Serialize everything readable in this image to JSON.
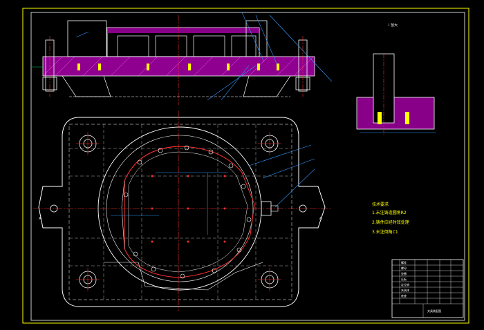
{
  "drawing": {
    "colors": {
      "background": "#000000",
      "frame": "#ffff00",
      "outline": "#ffffff",
      "hatch": "#c000c0",
      "hidden": "#ffff66",
      "center": "#ff3030",
      "leader": "#3399ff",
      "dimension": "#00cc66",
      "note": "#ffff00"
    },
    "section_label_left": "A",
    "section_label_right": "A",
    "detail_view_title": "I 放大",
    "tech_requirements": {
      "heading": "技术要求",
      "lines": [
        "1.未注铸造圆角R2",
        "2.铸件应经时效处理",
        "3.未注倒角C1"
      ]
    },
    "title_block": {
      "part_name": "夹具装配图",
      "drawing_no": "",
      "rows": [
        "螺栓",
        "螺母",
        "垫圈",
        "压板",
        "定位销",
        "夹具体",
        "底座"
      ]
    }
  }
}
